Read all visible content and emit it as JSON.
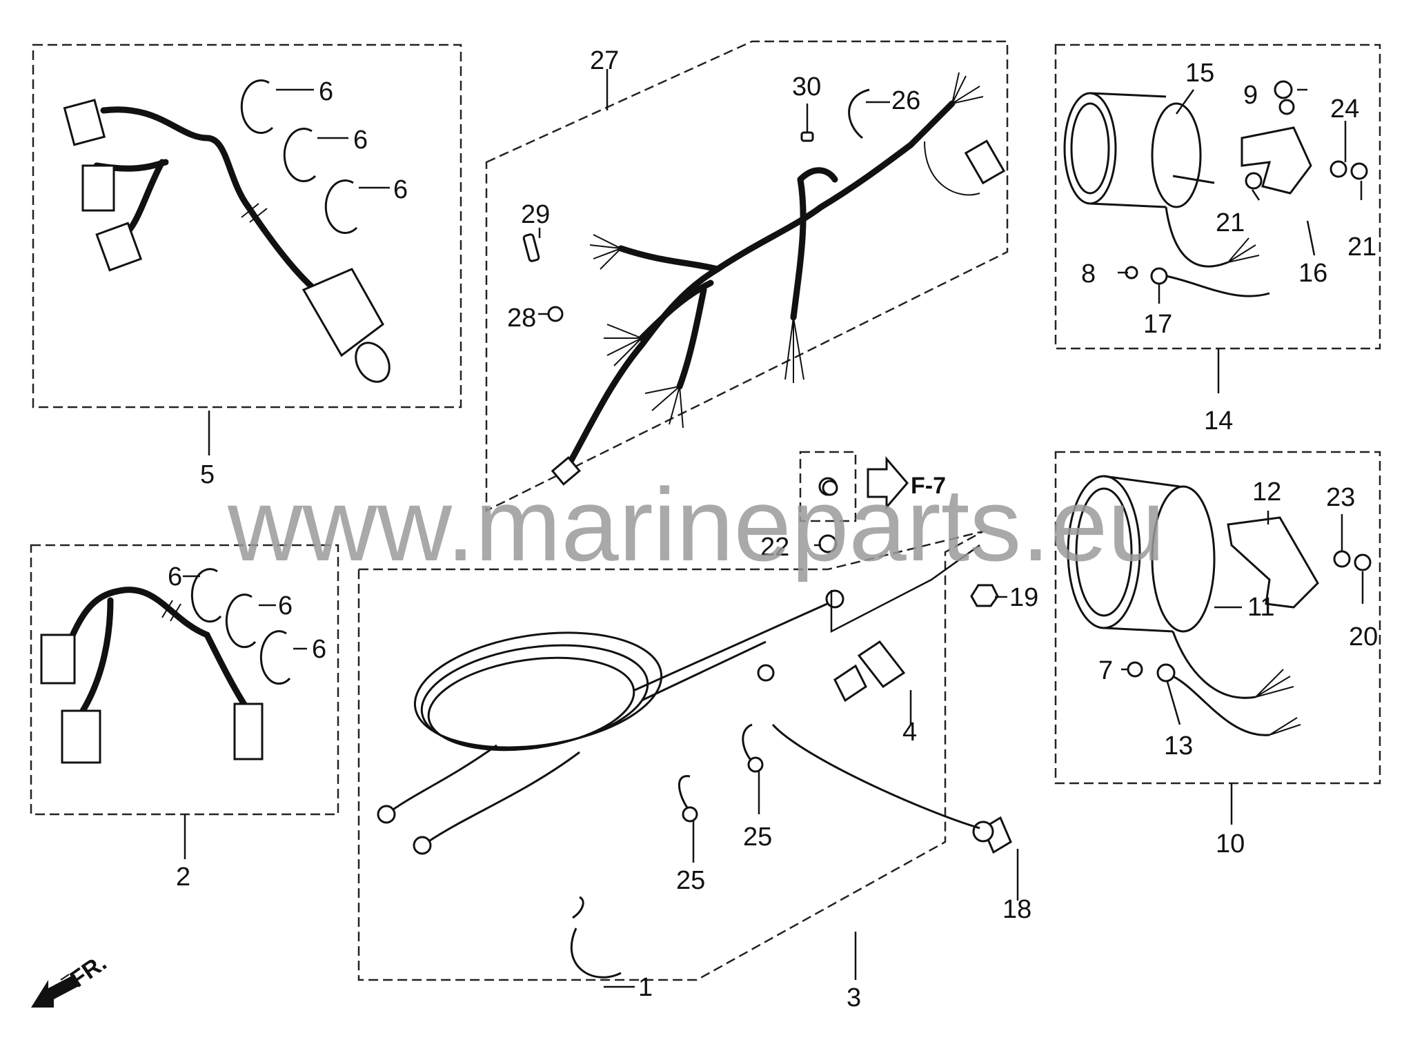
{
  "callouts": {
    "c1": "1",
    "c2": "2",
    "c3": "3",
    "c4": "4",
    "c5": "5",
    "c6a": "6",
    "c6b": "6",
    "c6c": "6",
    "c6d": "6",
    "c6e": "6",
    "c6f": "6",
    "c7": "7",
    "c8": "8",
    "c9": "9",
    "c10": "10",
    "c11": "11",
    "c12": "12",
    "c13": "13",
    "c14": "14",
    "c15": "15",
    "c16": "16",
    "c17": "17",
    "c18": "18",
    "c19": "19",
    "c20": "20",
    "c21a": "21",
    "c21b": "21",
    "c22": "22",
    "c23": "23",
    "c24": "24",
    "c25a": "25",
    "c25b": "25",
    "c26": "26",
    "c27": "27",
    "c28": "28",
    "c29": "29",
    "c30": "30"
  },
  "reference": "F-7",
  "direction": "FR.",
  "watermark": "www.marineparts.eu",
  "icons": [
    "front-direction-arrow-icon",
    "reference-arrow-icon"
  ]
}
